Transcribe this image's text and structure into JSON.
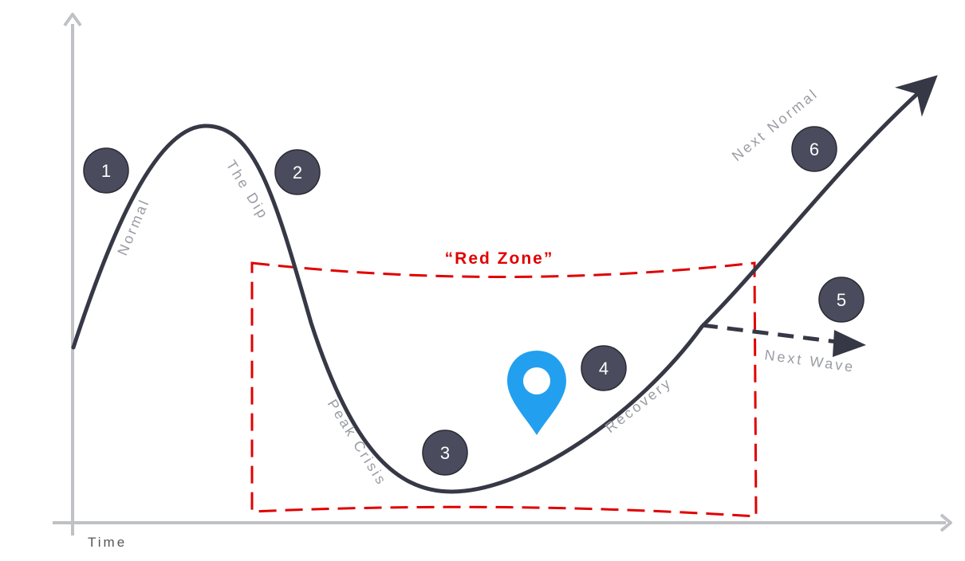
{
  "axes": {
    "x_label": "Time"
  },
  "red_zone": {
    "title": "“Red Zone”",
    "color": "#e00000"
  },
  "phases": [
    {
      "number": "1",
      "label": "Normal"
    },
    {
      "number": "2",
      "label": "The Dip"
    },
    {
      "number": "3",
      "label": "Peak Crisis"
    },
    {
      "number": "4",
      "label": "Recovery"
    },
    {
      "number": "5",
      "label": "Next Wave"
    },
    {
      "number": "6",
      "label": "Next Normal"
    }
  ],
  "colors": {
    "curve": "#363846",
    "badge": "#4a4b5c",
    "axis": "#bfc1c4",
    "pin": "#22a0ef",
    "zone": "#e00000"
  },
  "icons": {
    "location": "map-pin-icon"
  }
}
